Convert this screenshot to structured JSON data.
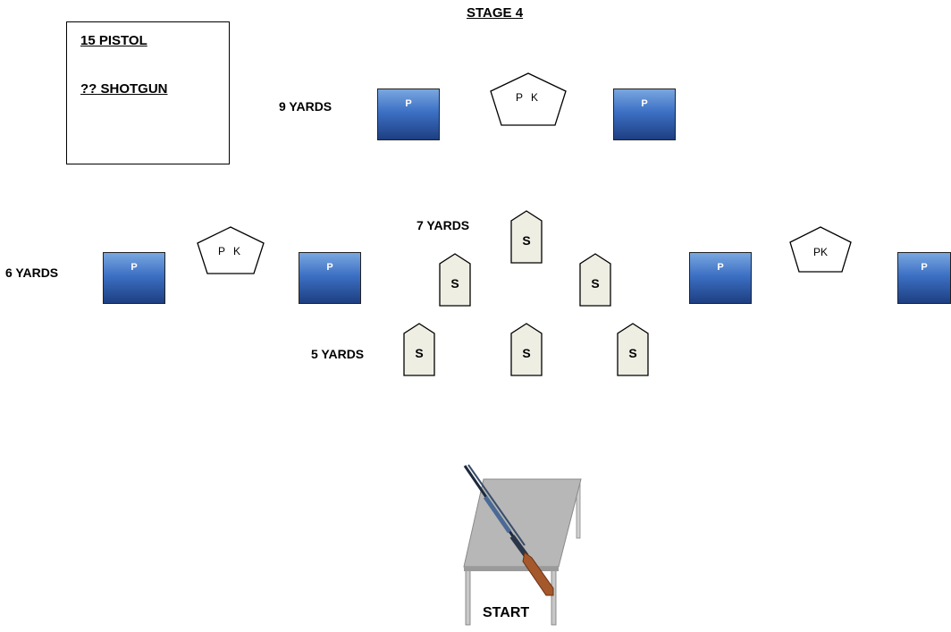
{
  "title": "STAGE 4",
  "info": {
    "pistol": "15 PISTOL",
    "shotgun": "?? SHOTGUN"
  },
  "distances": {
    "nine": "9 YARDS",
    "seven": "7 YARDS",
    "six": "6 YARDS",
    "five": "5 YARDS"
  },
  "targets": {
    "paper_label": "P",
    "steel_label": "S",
    "no_shoot_label": "P K",
    "no_shoot_label_compact": "PK"
  },
  "start_label": "START",
  "colors": {
    "paper_target_top": "#7aa7e0",
    "paper_target_bottom": "#1e3f82",
    "steel_fill": "#efeee3",
    "table_top": "#b7b7b7"
  }
}
